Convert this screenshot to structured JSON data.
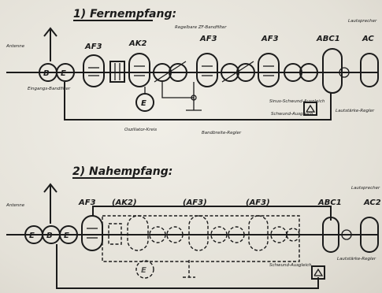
{
  "section1": {
    "title": "1) Fernempfang:",
    "antenna": "Antenne",
    "input_filter": "Eingangs-Bandfilter",
    "tube1": "AF3",
    "tube2": "AK2",
    "if_filter_note": "Regelbare ZF-Bandfilter",
    "tube3": "AF3",
    "tube4": "AF3",
    "tube5": "ABC1",
    "tube6": "AC",
    "speaker": "Lautsprecher",
    "oscillator": "Oszillator-Kreis",
    "bandwidth_control": "Bandbreite-Regler",
    "avc": "Schwund-Ausgleich",
    "volume_control": "Lautstärke-Regler",
    "tone": "Sinus-Schwund-Ausgleich"
  },
  "section2": {
    "title": "2) Nahempfang:",
    "antenna": "Antenne",
    "tube1": "AF3",
    "tube2": "(AK2)",
    "tube3": "(AF3)",
    "tube4": "(AF3)",
    "tube5": "ABC1",
    "tube6": "AC2",
    "speaker": "Lautsprecher",
    "avc": "Schwund-Ausgleich",
    "volume_control": "Lautstärke-Regler"
  }
}
